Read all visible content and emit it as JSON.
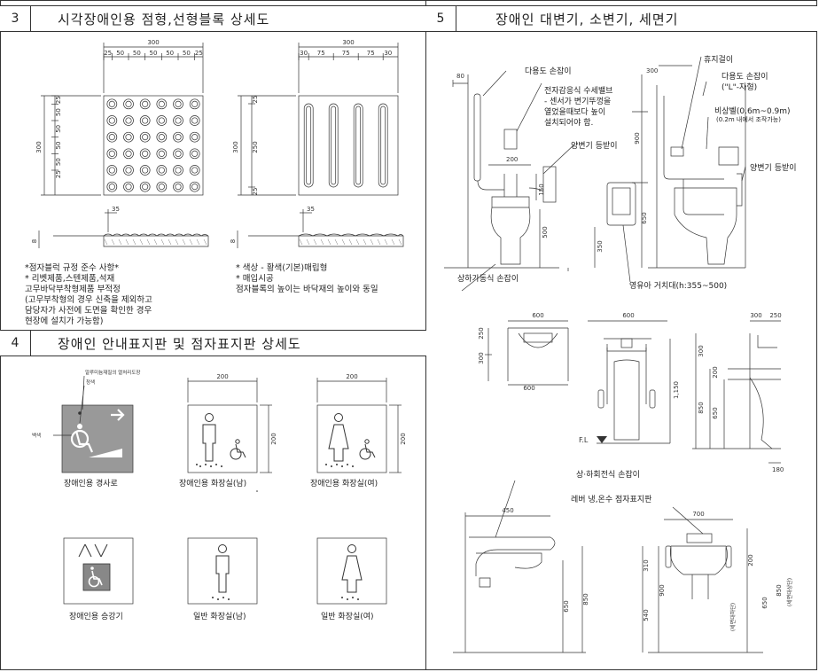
{
  "sections": {
    "s3": {
      "num": "3",
      "title": "시각장애인용 점형,선형블록 상세도"
    },
    "s4": {
      "num": "4",
      "title": "장애인 안내표지판 및 점자표지판 상세도"
    },
    "s5": {
      "num": "5",
      "title": "장애인 대변기, 소변기, 세면기"
    }
  },
  "blocks": {
    "dot_top": {
      "total": "300",
      "segs": [
        "25",
        "50",
        "50",
        "50",
        "50",
        "50",
        "25"
      ]
    },
    "line_top": {
      "total": "300",
      "segs": [
        "30",
        "75",
        "75",
        "75",
        "30"
      ]
    },
    "dot_left": {
      "total": "300",
      "segs": [
        "25",
        "50",
        "50",
        "50",
        "50",
        "25"
      ]
    },
    "line_left": {
      "total": "300",
      "mid": "250",
      "end": "25"
    },
    "section_dim": "35",
    "section_side": "8",
    "notes_left": [
      "*점자블럭 규정 준수 사항*",
      "* 리벳제품,스텐제품,석재",
      "고무바닥부착형제품 부적정",
      "(고무부착형의 경우 신축을 제외하고",
      " 담당자가 사전에 도면을 확인한 경우",
      " 현장에 설치가 가능함)"
    ],
    "notes_right": [
      "* 색상 - 황색(기본)매립형",
      "* 매입시공",
      "점자블록의 높이는 바닥재의 높이와 동일"
    ]
  },
  "signs": {
    "callout_top": "알루미늄재질의 열처리도장",
    "callout_cheong": "청색",
    "callout_baek": "백색",
    "dim_w": "200",
    "dim_h": "200",
    "captions": [
      "장애인용 경사로",
      "장애인용 화장실(남)",
      "장애인용 화장실(여)",
      "장애인용 승강기",
      "일반 화장실(남)",
      "일반 화장실(여)"
    ]
  },
  "toilet": {
    "labels": {
      "multi_grab": "다용도 손잡이",
      "sensor": [
        "전자감응식 수세밸브",
        "- 센서가 변기뚜껑을",
        "열었을때보다 높이",
        "설치되어야 함."
      ],
      "backrest_l": "양변기 등받이",
      "lift_grab": "상하가동식 손잡이",
      "baby_table": "영유아 거치대(h:355~500)",
      "tissue": "휴지걸이",
      "multi_grab_r": "다용도 손잡이",
      "l_type": "(\"L\"-자형)",
      "bell": "비상벨(0.6m~0.9m)",
      "bell_sub": "(0.2m 내에서 조작가능)",
      "backrest_r": "양변기 등받이"
    },
    "dims": {
      "d80": "80",
      "d300": "300",
      "d200": "200",
      "d150": "150",
      "d900": "900",
      "d650": "650",
      "d500": "500",
      "d350": "350"
    }
  },
  "urinal": {
    "dims": {
      "d600a": "600",
      "d600b": "600",
      "d250": "250",
      "d300": "300",
      "d300r": "300",
      "d250r": "250",
      "d200": "200",
      "d1150": "1,150",
      "d850": "850",
      "d650": "650",
      "d180": "180"
    },
    "floor": "F.L"
  },
  "basin": {
    "labels": {
      "grab": "상·하회전식 손잡이",
      "lever": "레버 냉,온수 점자표지판"
    },
    "dims": {
      "d450": "450",
      "d700": "700",
      "d310": "310",
      "d540": "540",
      "d850": "850",
      "d650": "650",
      "d900": "900",
      "d200": "200",
      "d650r": "650",
      "d850r": "850"
    },
    "vlabels": [
      "(세면대상단)",
      "(세면대하단)"
    ]
  }
}
